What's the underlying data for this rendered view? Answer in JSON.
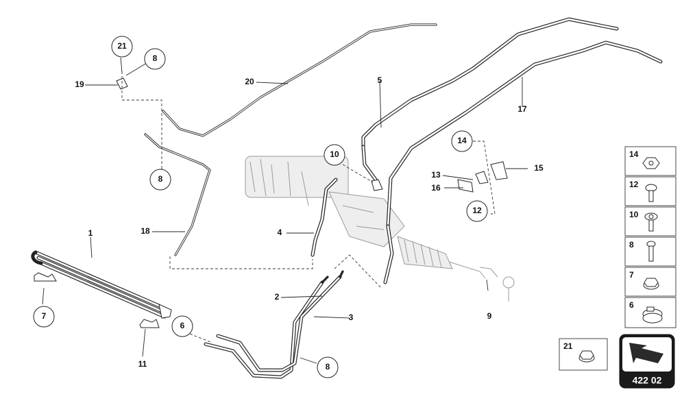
{
  "diagram_id": "422 02",
  "callouts": {
    "c1": "1",
    "c2": "2",
    "c3": "3",
    "c4": "4",
    "c5": "5",
    "c6": "6",
    "c7": "7",
    "c8a": "8",
    "c8b": "8",
    "c8c": "8",
    "c9": "9",
    "c10": "10",
    "c11": "11",
    "c12a": "12",
    "c13": "13",
    "c14a": "14",
    "c15": "15",
    "c16": "16",
    "c17": "17",
    "c18": "18",
    "c19": "19",
    "c20": "20",
    "c21a": "21"
  },
  "legend": [
    {
      "number": "14",
      "icon": "hex-nut-icon"
    },
    {
      "number": "12",
      "icon": "screw-icon"
    },
    {
      "number": "10",
      "icon": "flange-bolt-icon"
    },
    {
      "number": "8",
      "icon": "bolt-icon"
    },
    {
      "number": "7",
      "icon": "flange-nut-icon"
    },
    {
      "number": "6",
      "icon": "hose-clamp-icon"
    }
  ],
  "small_legend": {
    "number": "21",
    "icon": "flange-nut-icon"
  }
}
